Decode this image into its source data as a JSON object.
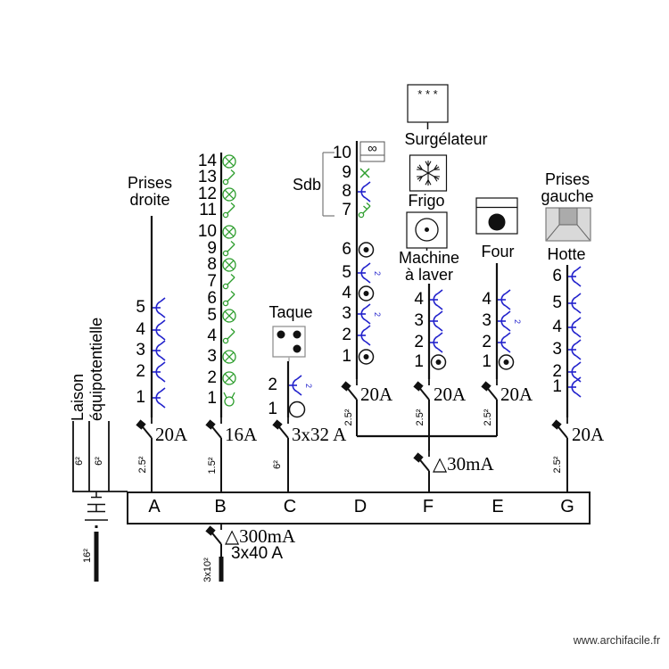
{
  "watermark": "www.archifacile.fr",
  "colors": {
    "socket_blue": "#2222cc",
    "lighting_green": "#2e9e2e",
    "line_black": "#111111",
    "hood_gray_light": "#d9d9d9",
    "hood_gray_dark": "#ababab"
  },
  "equipotential": {
    "label": "Laison\néquipotentielle",
    "wire_labels": [
      "6²",
      "6²"
    ],
    "earth_wire_label": "16²"
  },
  "supply": {
    "main_breaker_label": "△300mA",
    "main_breaker_rating": "3x40 A",
    "main_wire_label": "3x10²"
  },
  "rcd": {
    "label": "△30mA"
  },
  "bus": {
    "letters": [
      "A",
      "B",
      "C",
      "D",
      "F",
      "E",
      "G"
    ]
  },
  "columns": {
    "A": {
      "bus_letter": "A",
      "title": "Prises\ndroite",
      "breaker": "20A",
      "wire": "2.5²",
      "items": [
        {
          "n": "5",
          "symbol": "socket-outlet"
        },
        {
          "n": "4",
          "symbol": "socket-outlet"
        },
        {
          "n": "3",
          "symbol": "socket-outlet"
        },
        {
          "n": "2",
          "symbol": "socket-outlet"
        },
        {
          "n": "1",
          "symbol": "socket-outlet"
        }
      ]
    },
    "B": {
      "bus_letter": "B",
      "breaker": "16A",
      "wire": "1.5²",
      "items": [
        {
          "n": "14",
          "symbol": "lamp"
        },
        {
          "n": "13",
          "symbol": "switch"
        },
        {
          "n": "12",
          "symbol": "lamp"
        },
        {
          "n": "11",
          "symbol": "switch"
        },
        {
          "n": "10",
          "symbol": "lamp"
        },
        {
          "n": "9",
          "symbol": "switch"
        },
        {
          "n": "8",
          "symbol": "lamp"
        },
        {
          "n": "7",
          "symbol": "switch"
        },
        {
          "n": "6",
          "symbol": "switch"
        },
        {
          "n": "5",
          "symbol": "lamp"
        },
        {
          "n": "4",
          "symbol": "switch"
        },
        {
          "n": "3",
          "symbol": "lamp"
        },
        {
          "n": "2",
          "symbol": "lamp"
        },
        {
          "n": "1",
          "symbol": "wall-light"
        }
      ]
    },
    "C": {
      "bus_letter": "C",
      "title": "Taque",
      "appliance_icon": "cooktop-icon",
      "breaker": "3x32 A",
      "wire": "6²",
      "items": [
        {
          "n": "2",
          "symbol": "socket-outlet-double",
          "badge": "2"
        },
        {
          "n": "1",
          "symbol": "cable-outlet"
        }
      ]
    },
    "D": {
      "bus_letter": "D",
      "title": "Sdb",
      "breaker": "20A",
      "wire": "2.5²",
      "items": [
        {
          "n": "10",
          "symbol": "heater",
          "glyph": "∞"
        },
        {
          "n": "9",
          "symbol": "light-x"
        },
        {
          "n": "8",
          "symbol": "socket-outlet"
        },
        {
          "n": "7",
          "symbol": "switch-two-way"
        },
        {
          "n": "6",
          "symbol": "ceiling-light-point"
        },
        {
          "n": "5",
          "symbol": "socket-outlet-double",
          "badge": "2"
        },
        {
          "n": "4",
          "symbol": "ceiling-light-point"
        },
        {
          "n": "3",
          "symbol": "socket-outlet-double",
          "badge": "2"
        },
        {
          "n": "2",
          "symbol": "socket-outlet"
        },
        {
          "n": "1",
          "symbol": "ceiling-light-point"
        }
      ]
    },
    "F": {
      "bus_letter": "F",
      "breaker": "20A",
      "wire": "2.5²",
      "appliances": [
        {
          "label": "Surgélateur",
          "icon": "freezer-icon",
          "glyph": "*  *  *"
        },
        {
          "label": "Frigo",
          "icon": "fridge-icon"
        },
        {
          "label": "Machine\nà laver",
          "icon": "washing-machine-icon"
        }
      ],
      "items": [
        {
          "n": "4",
          "symbol": "socket-outlet"
        },
        {
          "n": "3",
          "symbol": "socket-outlet"
        },
        {
          "n": "2",
          "symbol": "socket-outlet"
        },
        {
          "n": "1",
          "symbol": "ceiling-light-point"
        }
      ]
    },
    "E": {
      "bus_letter": "E",
      "breaker": "20A",
      "wire": "2.5²",
      "appliances": [
        {
          "label": "Four",
          "icon": "oven-icon"
        }
      ],
      "items": [
        {
          "n": "4",
          "symbol": "socket-outlet"
        },
        {
          "n": "3",
          "symbol": "socket-outlet-double",
          "badge": "2"
        },
        {
          "n": "2",
          "symbol": "socket-outlet"
        },
        {
          "n": "1",
          "symbol": "ceiling-light-point"
        }
      ]
    },
    "G": {
      "bus_letter": "G",
      "title": "Prises\ngauche",
      "breaker": "20A",
      "wire": "2.5²",
      "appliances": [
        {
          "label": "Hotte",
          "icon": "hood-icon"
        }
      ],
      "items": [
        {
          "n": "6",
          "symbol": "socket-outlet"
        },
        {
          "n": "5",
          "symbol": "socket-outlet"
        },
        {
          "n": "4",
          "symbol": "socket-outlet"
        },
        {
          "n": "3",
          "symbol": "socket-outlet"
        },
        {
          "n": "2",
          "symbol": "socket-outlet"
        },
        {
          "n": "1",
          "symbol": "socket-outlet"
        }
      ]
    }
  }
}
